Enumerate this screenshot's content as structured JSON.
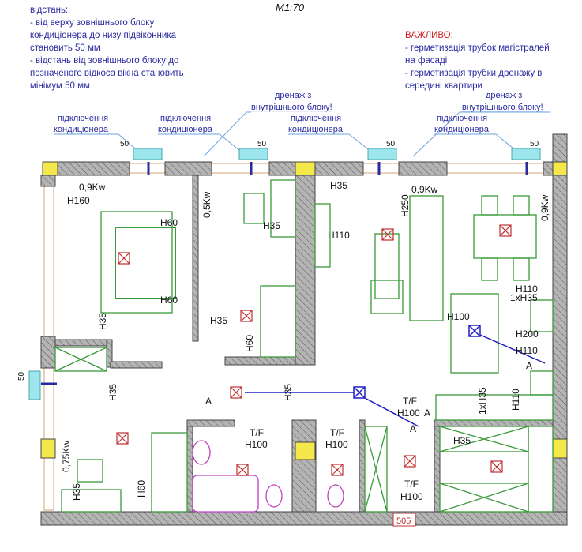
{
  "scale": "M1:70",
  "left_note": {
    "lines": [
      "відстань:",
      "- від верху зовнішнього блоку",
      "кондиціонера до низу підвіконника",
      "становить 50 мм",
      "- відстань від зовнішнього блоку до",
      "позначеного відкоса вікна становить",
      "мінімум 50 мм"
    ]
  },
  "right_note": {
    "title": "ВАЖЛИВО:",
    "lines": [
      "- герметизація трубок магістралей",
      "на фасаді",
      "- герметизація трубки дренажу в",
      "середині квартири"
    ]
  },
  "callouts": {
    "connection_1": [
      "підключення",
      "кондиціонера"
    ],
    "connection_2": [
      "підключення",
      "кондиціонера"
    ],
    "connection_3": [
      "підключення",
      "кондиціонера"
    ],
    "connection_4": [
      "підключення",
      "кондиціонера"
    ],
    "drain_1": [
      "дренаж з",
      "внутрішнього блоку!"
    ],
    "drain_2": [
      "дренаж з",
      "внутрішнього блоку!"
    ]
  },
  "dims": [
    "50",
    "50",
    "50",
    "50",
    "50"
  ],
  "labels": {
    "p1": "0,9Kw",
    "p2": "H160",
    "p3": "0,5Kw",
    "p4": "H60",
    "p5": "H60",
    "p6": "H35",
    "p7": "H35",
    "p8": "H35",
    "p9": "H110",
    "p10": "H250",
    "p11": "0,9Kw",
    "p12": "0,9Kw",
    "p13": "H110",
    "p14": "1xH35",
    "p15": "H100",
    "p16": "H200",
    "p17": "H110",
    "p18": "A",
    "p19": "H35",
    "p20": "H60",
    "p21": "H35",
    "p22": "A",
    "p23": "H35",
    "p24": "T/F",
    "p25": "H100",
    "p26": "T/F",
    "p27": "H100",
    "p28": "T/F",
    "p29": "H100",
    "p30": "A",
    "p31": "A",
    "p32": "1xH35",
    "p33": "H110",
    "p34": "H35",
    "p35": "T/F",
    "p36": "H100",
    "p37": "0,75Kw",
    "p38": "H35",
    "p39": "H60",
    "p40": "505"
  },
  "colors": {
    "wall": "#a8a8a8",
    "column": "#f5e84a",
    "furniture": "#3a9a3a",
    "light": "#c03030",
    "socket": "#c03030",
    "switch": "#2020c0",
    "ac_unit": "#9ee6ee",
    "text_blue": "#2a2aa0",
    "important": "#d02020"
  }
}
